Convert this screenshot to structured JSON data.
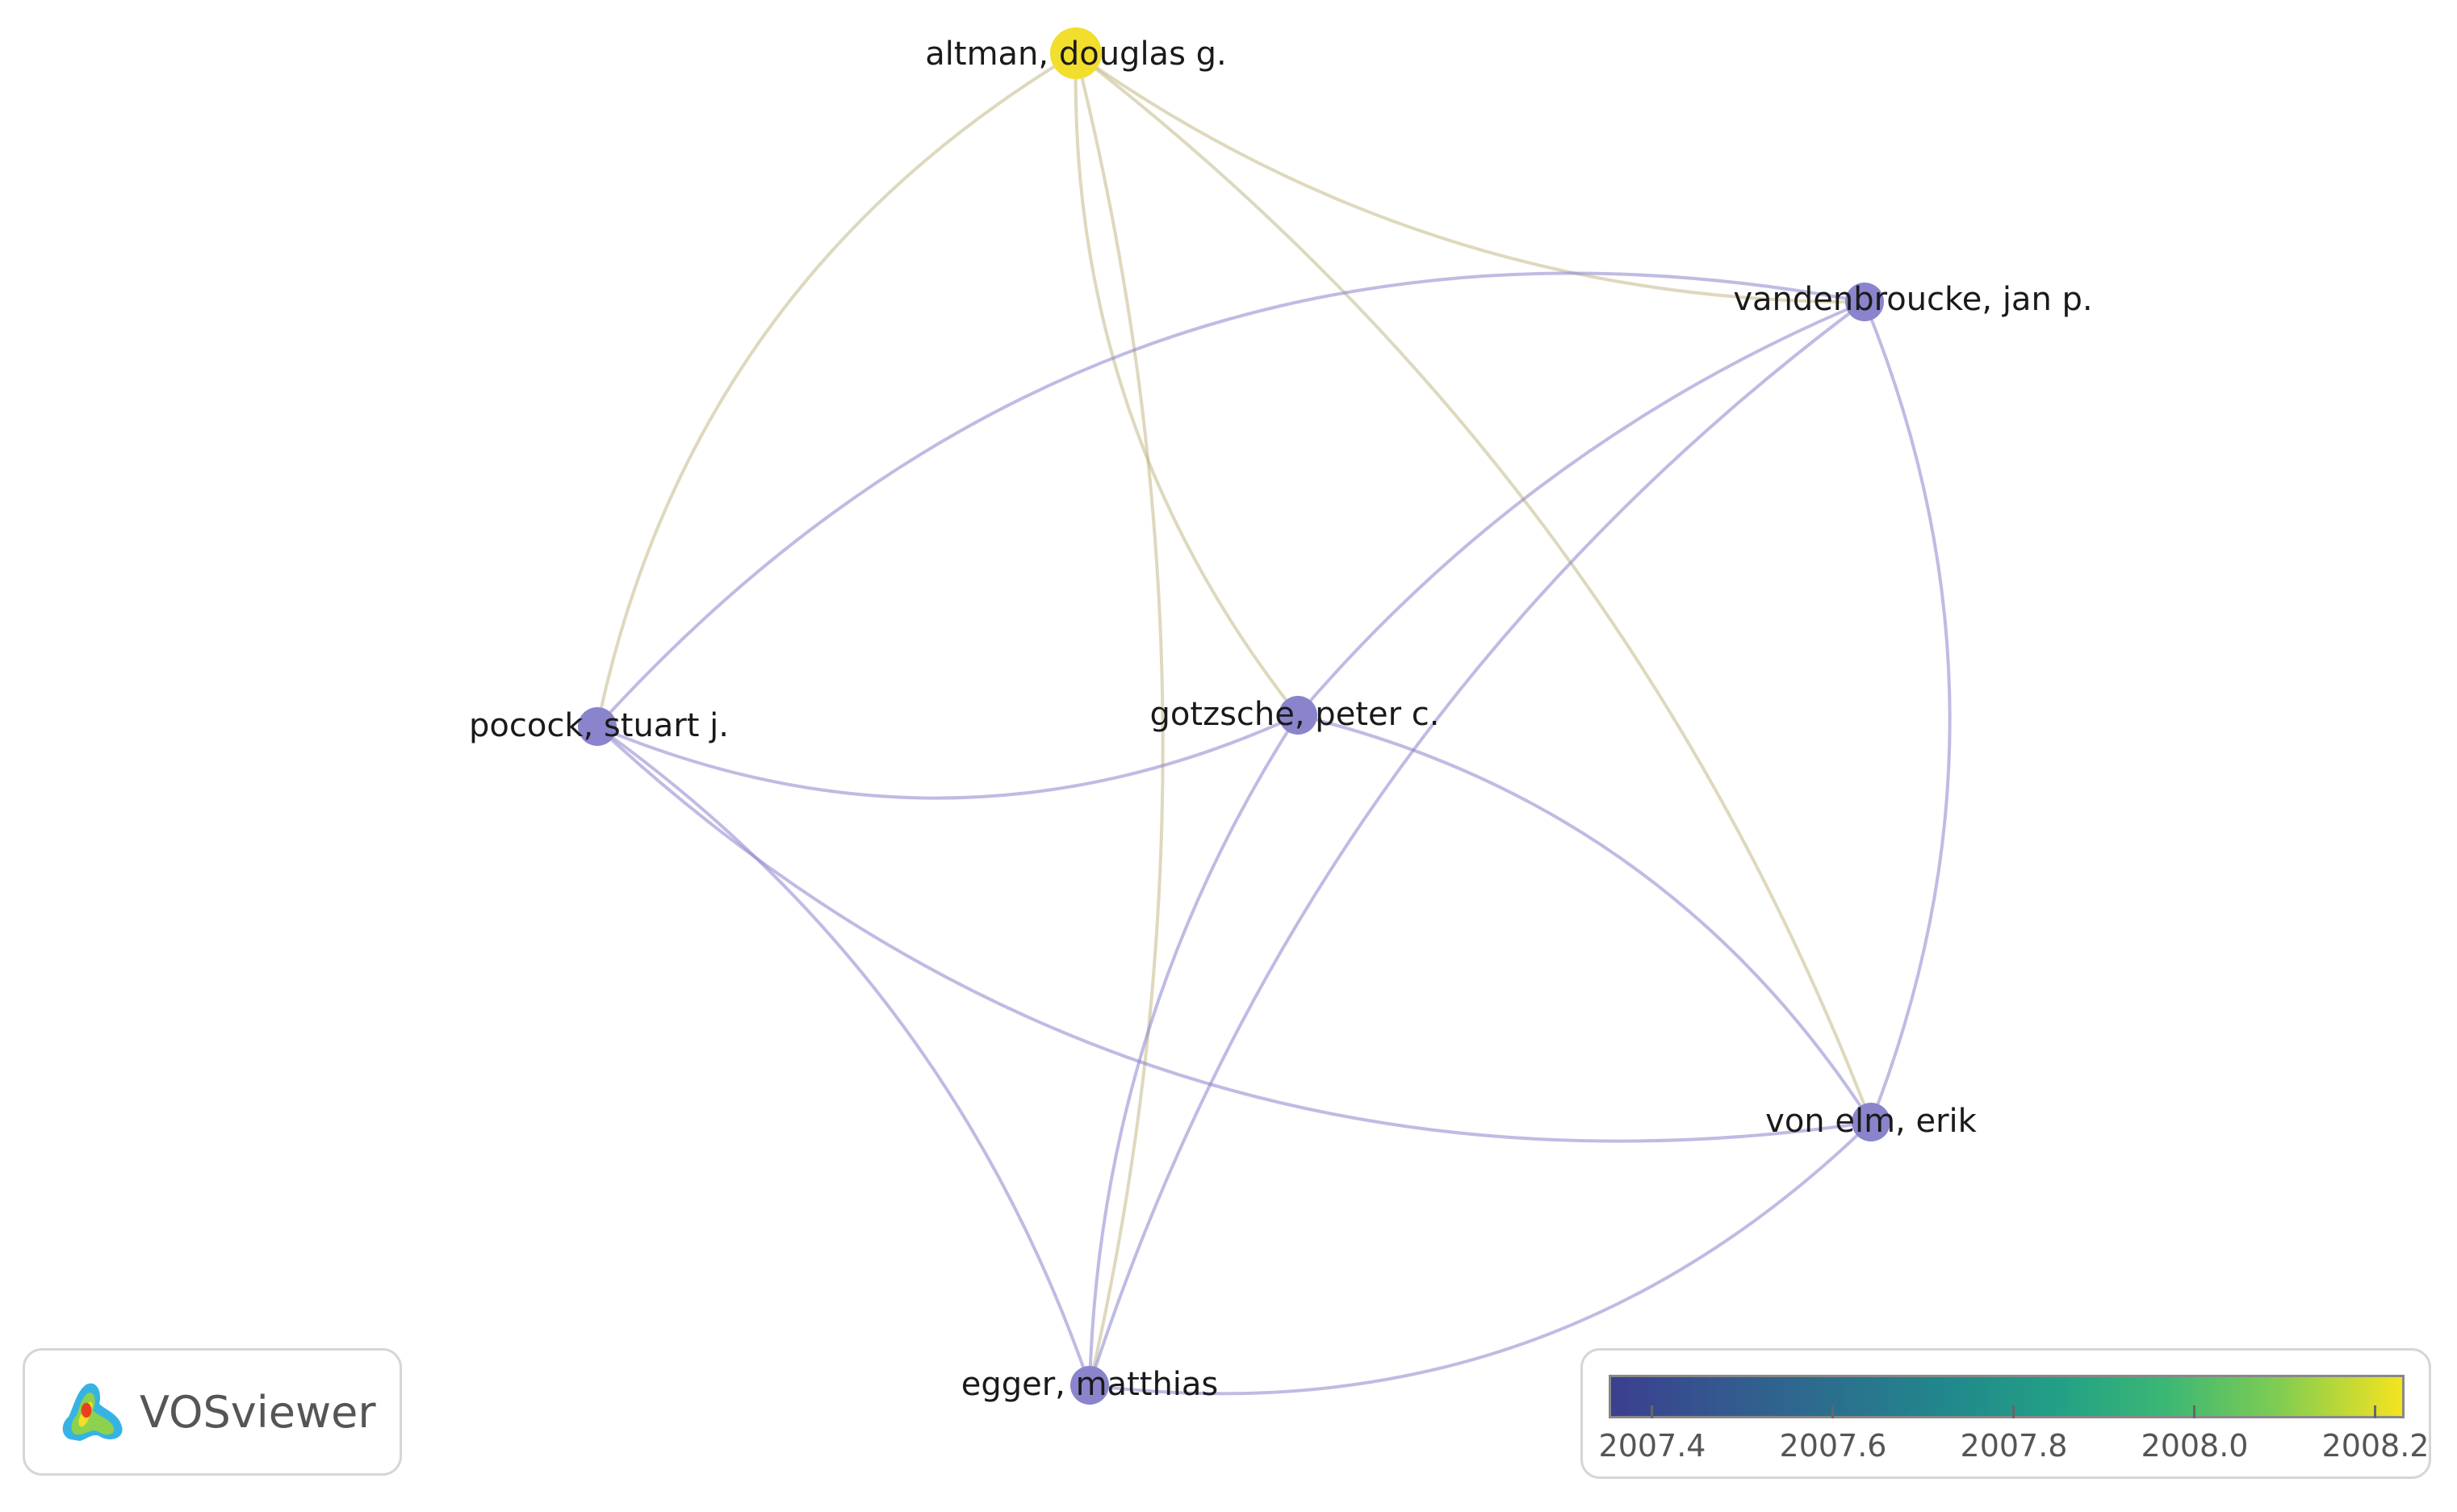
{
  "network": {
    "nodes": [
      {
        "id": "altman",
        "label": "altman, douglas g.",
        "score": 2008.25,
        "color": "#f2de2c"
      },
      {
        "id": "vandenbroucke",
        "label": "vandenbroucke, jan p.",
        "score": 2007.35,
        "color": "#8a84cc"
      },
      {
        "id": "pocock",
        "label": "pocock, stuart j.",
        "score": 2007.35,
        "color": "#8a84cc"
      },
      {
        "id": "gotzsche",
        "label": "gotzsche, peter c.",
        "score": 2007.35,
        "color": "#8a84cc"
      },
      {
        "id": "vonelm",
        "label": "von elm, erik",
        "score": 2007.35,
        "color": "#8a84cc"
      },
      {
        "id": "egger",
        "label": "egger, matthias",
        "score": 2007.35,
        "color": "#8a84cc"
      }
    ],
    "links": [
      {
        "source": "altman",
        "target": "pocock"
      },
      {
        "source": "altman",
        "target": "gotzsche"
      },
      {
        "source": "altman",
        "target": "vandenbroucke"
      },
      {
        "source": "altman",
        "target": "vonelm"
      },
      {
        "source": "altman",
        "target": "egger"
      },
      {
        "source": "pocock",
        "target": "vandenbroucke"
      },
      {
        "source": "pocock",
        "target": "gotzsche"
      },
      {
        "source": "pocock",
        "target": "vonelm"
      },
      {
        "source": "pocock",
        "target": "egger"
      },
      {
        "source": "gotzsche",
        "target": "vandenbroucke"
      },
      {
        "source": "gotzsche",
        "target": "vonelm"
      },
      {
        "source": "gotzsche",
        "target": "egger"
      },
      {
        "source": "vandenbroucke",
        "target": "vonelm"
      },
      {
        "source": "vandenbroucke",
        "target": "egger"
      },
      {
        "source": "vonelm",
        "target": "egger"
      }
    ]
  },
  "branding": {
    "app_name": "VOSviewer",
    "logo_icon": "vosviewer-heatmap-icon"
  },
  "legend": {
    "color_scale": "viridis",
    "ticks": [
      "2007.4",
      "2007.6",
      "2007.8",
      "2008.0",
      "2008.2"
    ]
  }
}
